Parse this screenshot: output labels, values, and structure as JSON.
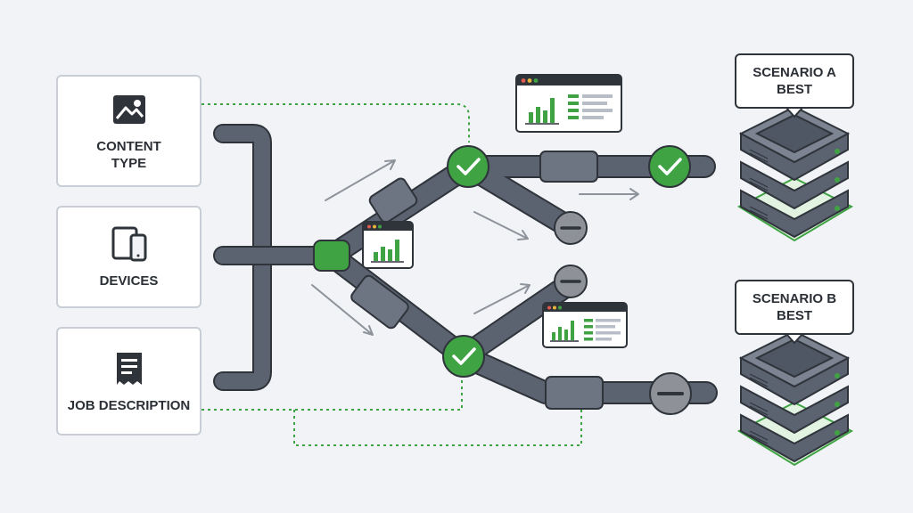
{
  "inputs": [
    {
      "label": "CONTENT\nTYPE",
      "icon": "image-icon"
    },
    {
      "label": "DEVICES",
      "icon": "devices-icon"
    },
    {
      "label": "JOB DESCRIPTION",
      "icon": "document-icon"
    }
  ],
  "outputs": [
    {
      "label": "SCENARIO A\nBEST",
      "icon": "server-stack-icon"
    },
    {
      "label": "SCENARIO B\nBEST",
      "icon": "server-stack-icon"
    }
  ],
  "status_icons": [
    "check-icon",
    "minus-icon"
  ],
  "colors": {
    "pipe": "#5b6270",
    "pipe_outline": "#2f343b",
    "accent_green": "#3fa344",
    "node_gray": "#8e9197",
    "background": "#f1f3f7"
  }
}
